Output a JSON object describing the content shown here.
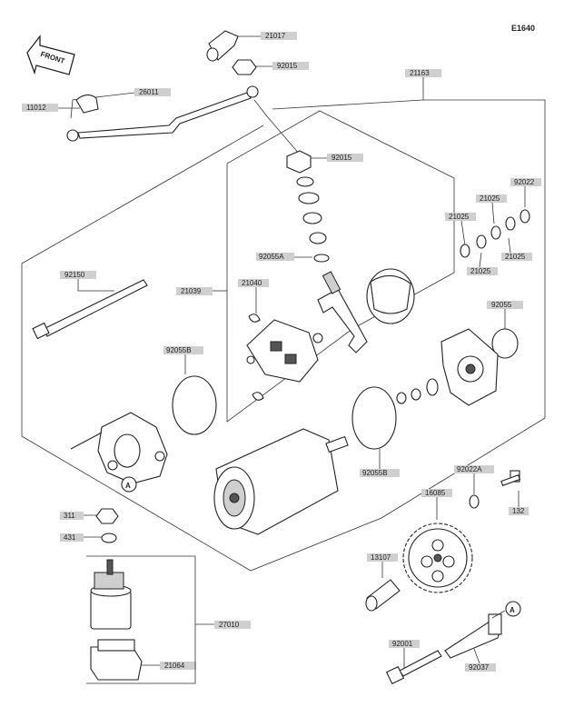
{
  "diagram_code": "E1640",
  "front_label": "FRONT",
  "ref_marker": "A",
  "parts": {
    "p21017": "21017",
    "p92015a": "92015",
    "p21163": "21163",
    "p11012": "11012",
    "p26011": "26011",
    "p92015b": "92015",
    "p92022": "92022",
    "p21025a": "21025",
    "p21025b": "21025",
    "p21025c": "21025",
    "p21025d": "21025",
    "p92055a": "92055A",
    "p92150": "92150",
    "p21039": "21039",
    "p21040": "21040",
    "p92055": "92055",
    "p92055b1": "92055B",
    "p92055b2": "92055B",
    "p92022a": "92022A",
    "p132": "132",
    "p16085": "16085",
    "p311": "311",
    "p431": "431",
    "p13107": "13107",
    "p27010": "27010",
    "p21064": "21064",
    "p92001": "92001",
    "p92037": "92037"
  }
}
